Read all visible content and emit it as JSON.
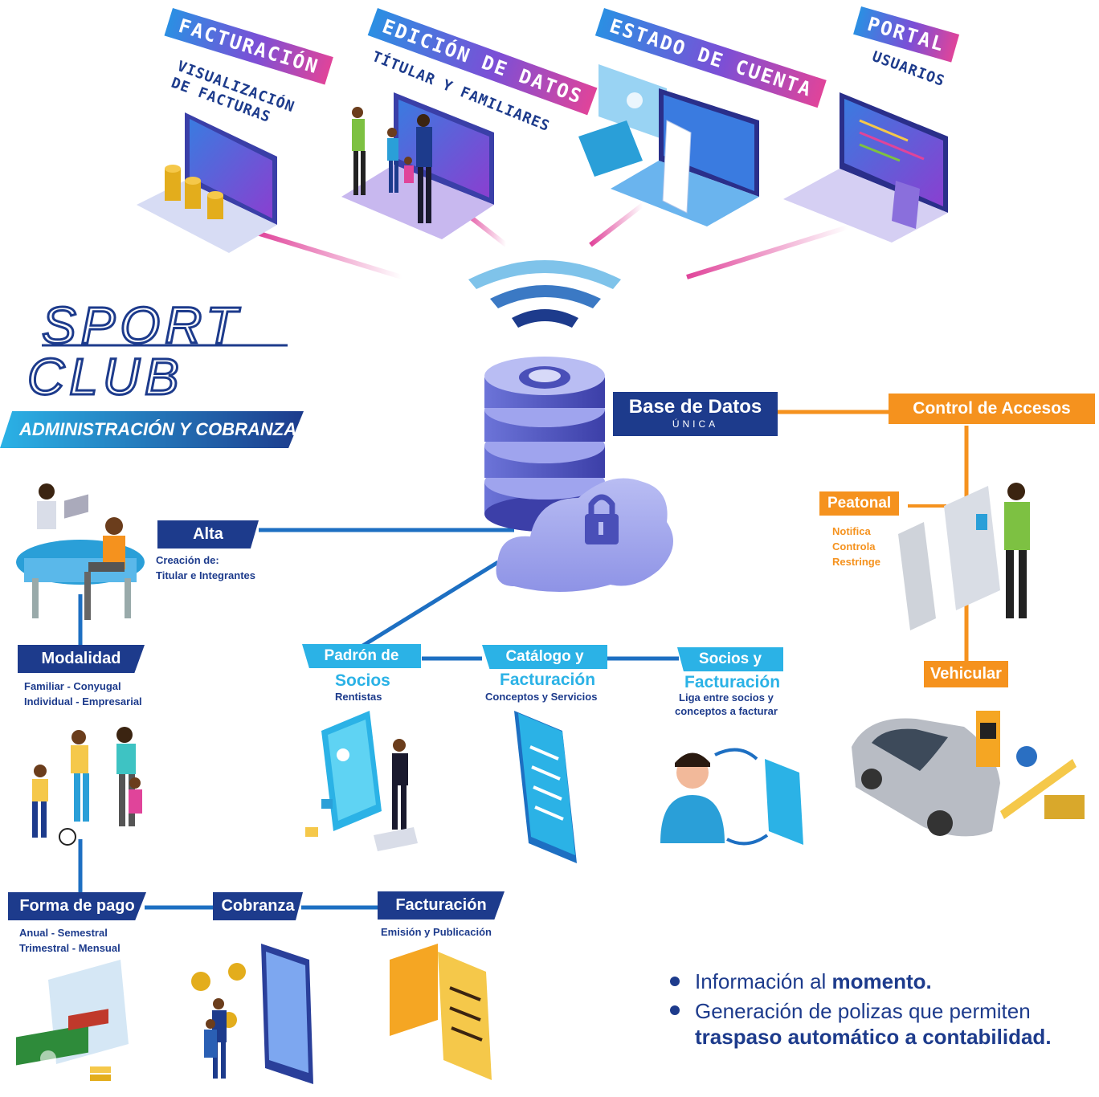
{
  "brand": {
    "line1": "SPORT",
    "line2": "CLUB",
    "tagline": "ADMINISTRACIÓN Y COBRANZA"
  },
  "top_modules": [
    {
      "title": "FACTURACIÓN",
      "subtitle_lines": [
        "VISUALIZACIÓN",
        "DE FACTURAS"
      ]
    },
    {
      "title": "EDICIÓN DE DATOS",
      "subtitle_lines": [
        "TÍTULAR Y FAMILIARES"
      ]
    },
    {
      "title": "ESTADO DE CUENTA",
      "subtitle_lines": []
    },
    {
      "title": "PORTAL",
      "subtitle_lines": [
        "USUARIOS"
      ]
    }
  ],
  "database": {
    "title": "Base de Datos",
    "subtitle": "ÚNICA"
  },
  "access_control": {
    "title": "Control de Accesos",
    "peatonal": {
      "label": "Peatonal",
      "items": [
        "Notifica",
        "Controla",
        "Restringe"
      ]
    },
    "vehicular": {
      "label": "Vehicular"
    }
  },
  "flow": {
    "alta": {
      "label": "Alta",
      "desc_lines": [
        "Creación de:",
        "Titular e Integrantes"
      ]
    },
    "modalidad": {
      "label": "Modalidad",
      "desc_lines": [
        "Familiar - Conyugal",
        "Individual - Empresarial"
      ]
    },
    "forma_pago": {
      "label": "Forma de pago",
      "desc_lines": [
        "Anual - Semestral",
        "Trimestral - Mensual"
      ]
    },
    "cobranza": {
      "label": "Cobranza"
    },
    "facturacion": {
      "label": "Facturación",
      "desc": "Emisión y Publicación"
    }
  },
  "catalogs": {
    "padron": {
      "label_top": "Padrón de",
      "label_bottom": "Socios",
      "desc": "Rentistas"
    },
    "catalogo": {
      "label_top": "Catálogo y",
      "label_bottom": "Facturación",
      "desc": "Conceptos y Servicios"
    },
    "socios_fact": {
      "label_top": "Socios y",
      "label_bottom": "Facturación",
      "desc_lines": [
        "Liga entre socios y",
        "conceptos a facturar"
      ]
    }
  },
  "bullets": [
    {
      "text": "Información al ",
      "bold": "momento."
    },
    {
      "text": "Generación de polizas que permiten",
      "bold": "traspaso automático a contabilidad."
    }
  ],
  "colors": {
    "navy": "#1d3b8c",
    "cyan": "#2bb2e6",
    "orange": "#f5921e",
    "pink": "#e0449a",
    "purple": "#7b4fd6"
  }
}
